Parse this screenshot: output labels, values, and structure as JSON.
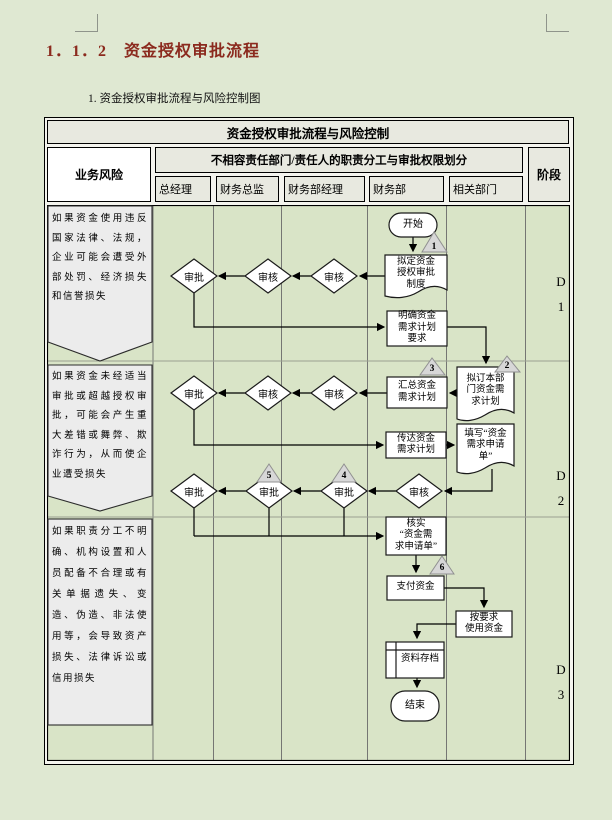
{
  "page": {
    "heading": "1．1．2　资金授权审批流程",
    "subheading": "1. 资金授权审批流程与风险控制图"
  },
  "colors": {
    "heading_red": "#8b2a1e",
    "page_background": "#dfe8d2",
    "chart_background": "#d9e4c7",
    "header_cell": "#e8e9e0",
    "risk_box_fill": "#ececec",
    "triangle_fill": "#d7d7d7",
    "shape_fill": "#ffffff"
  },
  "table": {
    "title": "资金授权审批流程与风险控制",
    "risk_column": "业务风险",
    "group_header": "不相容责任部门/责任人的职责分工与审批权限划分",
    "stage_column": "阶段",
    "columns": [
      "总经理",
      "财务总监",
      "财务部经理",
      "财务部",
      "相关部门"
    ]
  },
  "risks": [
    "如果资金使用违反国家法律、法规，企业可能会遭受外部处罚、经济损失和信誉损失",
    "如果资金未经适当审批或超越授权审批，可能会产生重大差错或舞弊、欺诈行为，从而使企业遭受损失",
    "如果职责分工不明确、机构设置和人员配备不合理或有关单据遗失、变造、伪造、非法使用等，会导致资产损失、法律诉讼或信用损失"
  ],
  "nodes": {
    "start": "开始",
    "draft_system": "拟定资金\n授权审批\n制度",
    "clarify_requirements": "明确资金\n需求计划\n要求",
    "dept_plan": "拟订本部\n门资金需\n求计划",
    "summarize_plan": "汇总资金\n需求计划",
    "convey_plan": "传达资金\n需求计划",
    "fill_application": "填写“资金\n需求申请\n单”",
    "verify_application": "核实\n“资金需\n求申请单”",
    "pay_funds": "支付资金",
    "use_funds": "按要求\n使用资金",
    "archive": "资料存档",
    "end": "结束"
  },
  "approvals": {
    "row1": [
      "审批",
      "审核",
      "审核"
    ],
    "row2_plan": [
      "审批",
      "审核",
      "审核"
    ],
    "row2_form": [
      "审批",
      "审批",
      "审批",
      "审核"
    ]
  },
  "risk_points": [
    "1",
    "2",
    "3",
    "4",
    "5",
    "6"
  ],
  "stages": [
    {
      "letter": "D",
      "num": "1"
    },
    {
      "letter": "D",
      "num": "2"
    },
    {
      "letter": "D",
      "num": "3"
    }
  ]
}
